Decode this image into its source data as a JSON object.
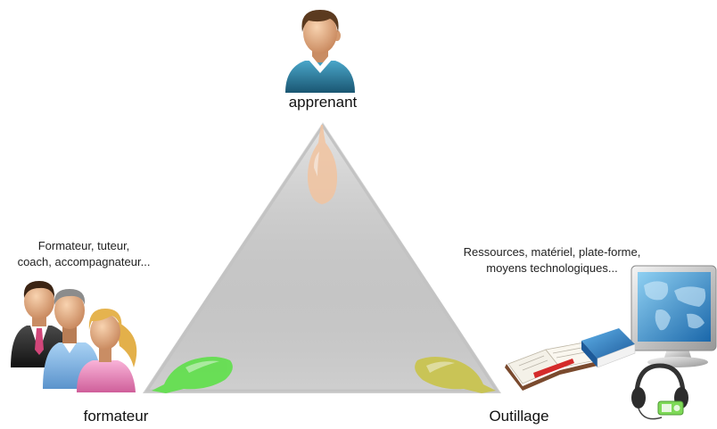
{
  "background": "#ffffff",
  "triangle": {
    "fill": "#d8d8d8",
    "edge": "#c3c3c3"
  },
  "nodes": {
    "top": {
      "label": "apprenant",
      "icon": "learner-icon",
      "balloon_color": "#f2c4a0"
    },
    "left": {
      "label": "formateur",
      "note": [
        "Formateur, tuteur,",
        "coach, accompagnateur..."
      ],
      "icon": "trainers-group-icon",
      "balloon_color": "#5fe04a"
    },
    "right": {
      "label": "Outillage",
      "note": [
        "Ressources, matériel, plate-forme,",
        "moyens technologiques..."
      ],
      "icons": [
        "books-icon",
        "computer-monitor-icon",
        "headphones-icon",
        "mp3-player-icon"
      ],
      "balloon_color": "#c9c44a"
    }
  }
}
